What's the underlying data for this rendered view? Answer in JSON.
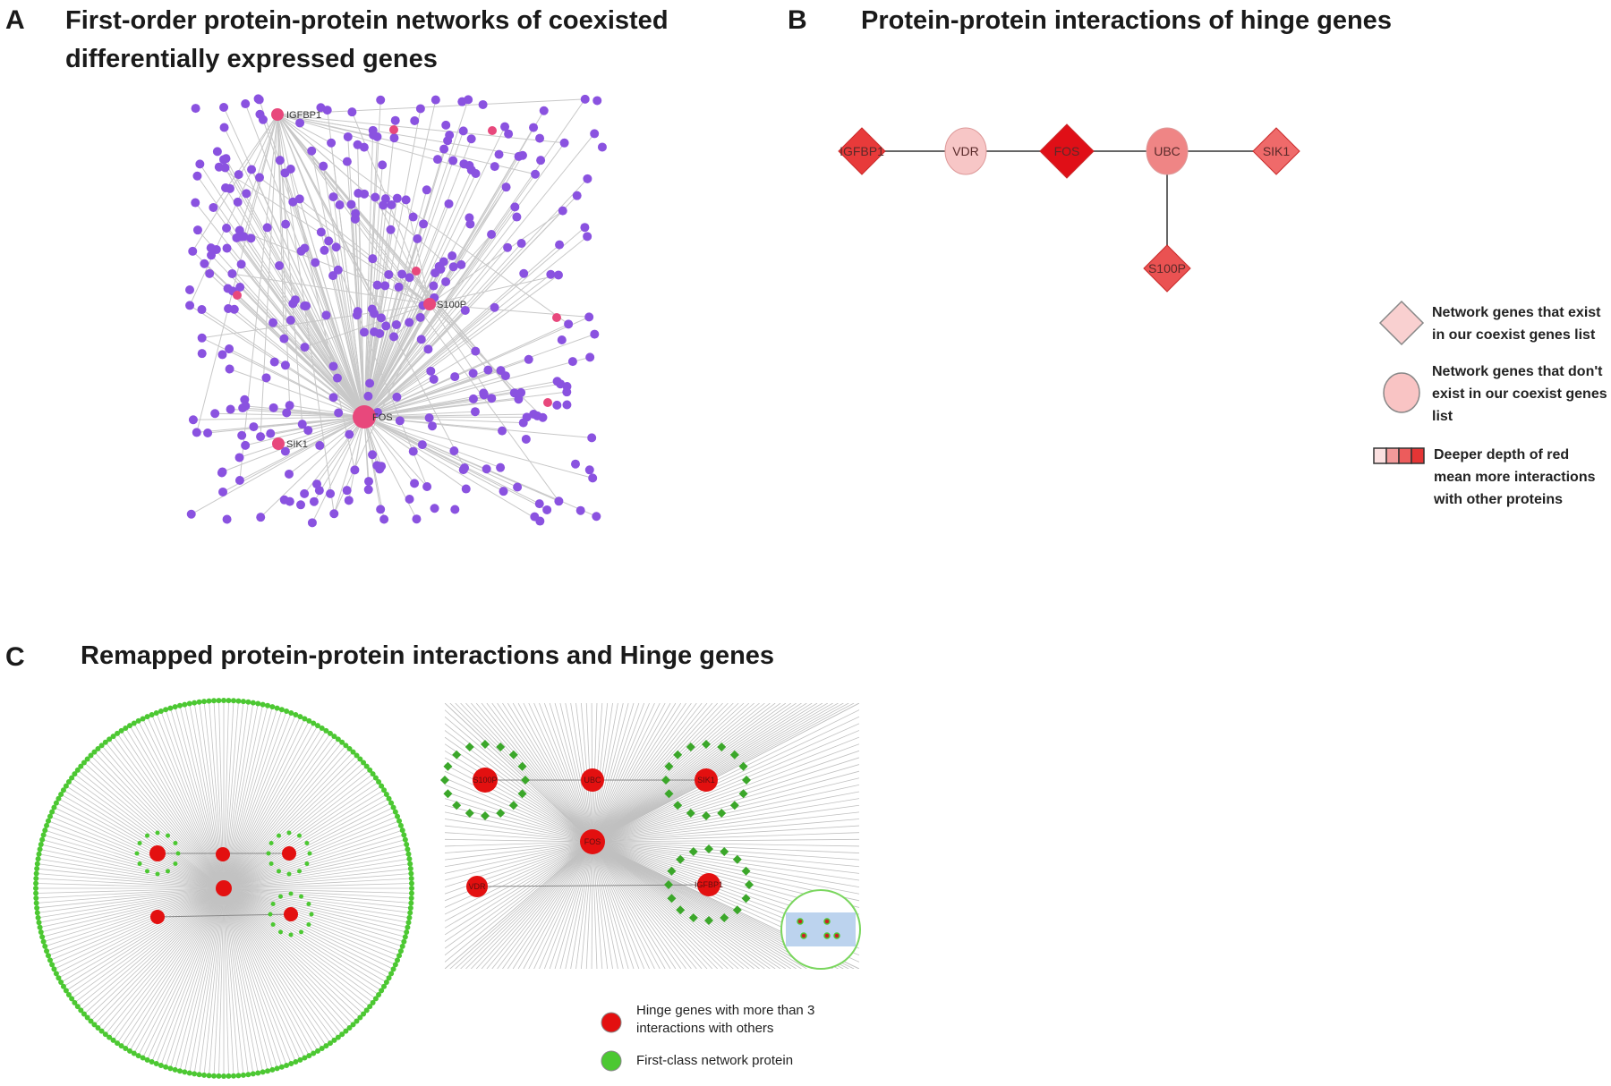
{
  "panels": {
    "a": {
      "letter": "A",
      "title_line1": "First-order protein-protein networks of coexisted",
      "title_line2": "differentially expressed genes"
    },
    "b": {
      "letter": "B",
      "title": "Protein-protein interactions of hinge genes"
    },
    "c": {
      "letter": "C",
      "title": "Remapped protein-protein interactions and Hinge genes"
    }
  },
  "network_a": {
    "labels": [
      "IGFBP1",
      "S100P",
      "FOS",
      "SIK1"
    ],
    "node_color": "#8a52e0",
    "hinge_color": "#e8487c",
    "edge_color": "#c8c8c8"
  },
  "network_b": {
    "nodes": [
      {
        "name": "IGFBP1",
        "shape": "diamond",
        "color": "#e83a3a"
      },
      {
        "name": "VDR",
        "shape": "circle",
        "color": "#f7c6c6"
      },
      {
        "name": "FOS",
        "shape": "diamond",
        "color": "#e00f17"
      },
      {
        "name": "UBC",
        "shape": "circle",
        "color": "#ef8585"
      },
      {
        "name": "SIK1",
        "shape": "diamond",
        "color": "#ef6a6a"
      },
      {
        "name": "S100P",
        "shape": "diamond",
        "color": "#ea5252"
      }
    ],
    "edges": [
      [
        "IGFBP1",
        "VDR"
      ],
      [
        "VDR",
        "FOS"
      ],
      [
        "FOS",
        "UBC"
      ],
      [
        "UBC",
        "SIK1"
      ],
      [
        "UBC",
        "S100P"
      ]
    ]
  },
  "legend_b": {
    "diamond_text": [
      "Network genes that exist",
      "in our coexist genes list"
    ],
    "circle_text": [
      "Network genes that don't",
      "exist in our coexist genes",
      "list"
    ],
    "gradient_text": [
      "Deeper depth of red",
      "mean more interactions",
      "with other proteins"
    ]
  },
  "network_c_right": {
    "labels": [
      "S100P",
      "UBC",
      "SIK1",
      "FOS",
      "VDR",
      "IGFBP1"
    ]
  },
  "legend_c": {
    "hinge_text": [
      "Hinge genes with more than 3",
      "interactions with others"
    ],
    "first_class_text": "First-class network protein",
    "hinge_color": "#e31010",
    "first_class_color": "#4cc832"
  }
}
